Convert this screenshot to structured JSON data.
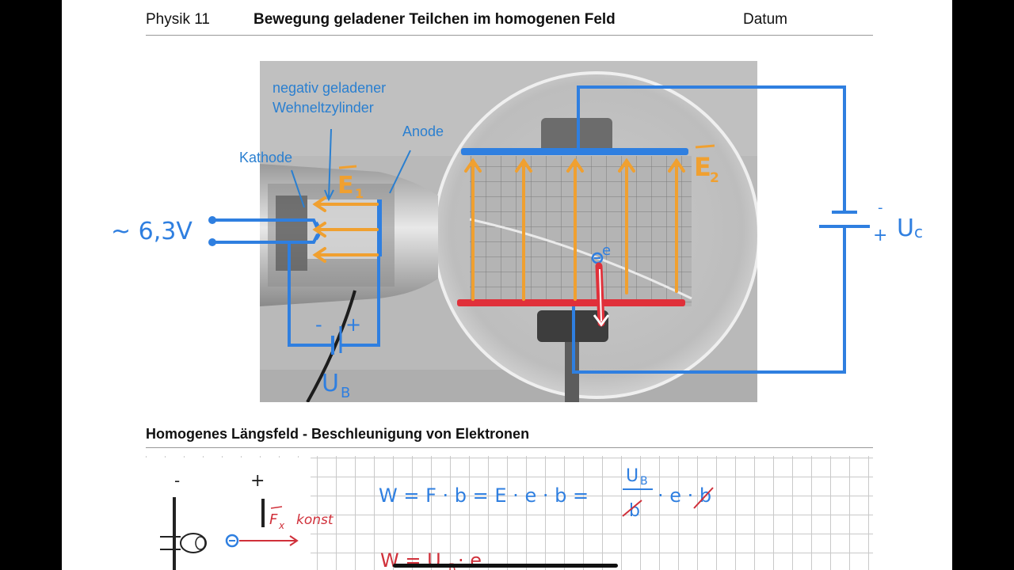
{
  "header": {
    "subject": "Physik 11",
    "title": "Bewegung geladener Teilchen im homogenen Feld",
    "date_label": "Datum"
  },
  "diagram": {
    "labels": {
      "wehnelt_line1": "negativ geladener",
      "wehnelt_line2": "Wehneltzylinder",
      "anode": "Anode",
      "kathode": "Kathode"
    },
    "handwriting": {
      "heater_voltage": "~ 6,3V",
      "accel_voltage": "U",
      "accel_voltage_sub": "B",
      "cap_voltage": "U",
      "cap_voltage_sub": "c",
      "minus": "-",
      "plus": "+",
      "field1": "E",
      "field1_sub": "1",
      "field2": "E",
      "field2_sub": "2",
      "electron": "e"
    },
    "colors": {
      "wire": "#2f7fe0",
      "field_arrows": "#f0a030",
      "negative_plate": "#e0303a",
      "positive_plate": "#2f7fe0"
    }
  },
  "section": {
    "title": "Homogenes Längsfeld - Beschleunigung von Elektronen"
  },
  "notes": {
    "sketch_minus": "-",
    "sketch_plus": "+",
    "force_label": "F",
    "force_sub": "x",
    "force_note": "konst",
    "eq1": "W = F · b  =  E · e · b  =  ",
    "eq1_frac_num": "U",
    "eq1_frac_num_sub": "B",
    "eq1_frac_den": "b",
    "eq1_tail": "· e · b",
    "eq2": "W = U",
    "eq2_sub": "B",
    "eq2_tail": " · e"
  }
}
